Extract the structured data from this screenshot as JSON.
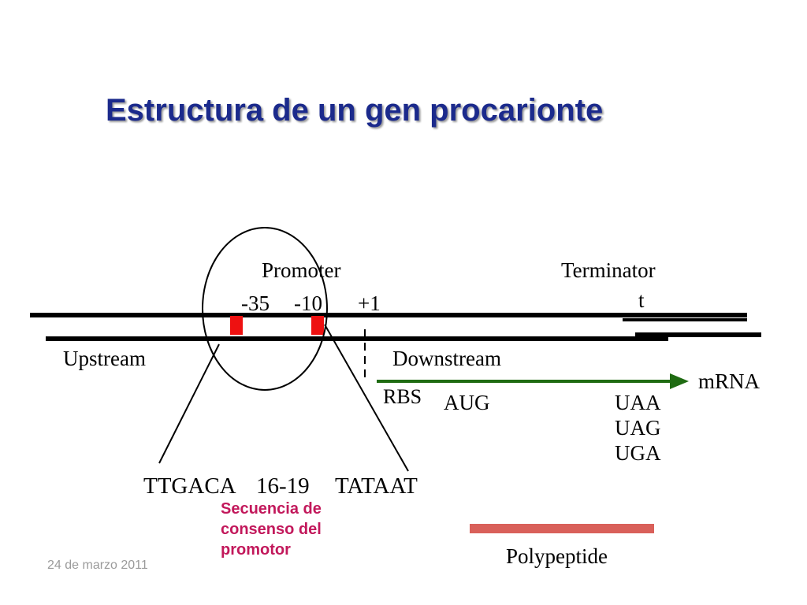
{
  "title": "Estructura de un gen procarionte",
  "footer": {
    "date": "24 de marzo 2011"
  },
  "diagram": {
    "promoter_label": "Promoter",
    "minus35": "-35",
    "minus10": "-10",
    "plus1": "+1",
    "terminator_label": "Terminator",
    "terminator_t": "t",
    "upstream": "Upstream",
    "downstream": "Downstream",
    "mrna": "mRNA",
    "rbs": "RBS",
    "start_codon": "AUG",
    "stop_codons": [
      "UAA",
      "UAG",
      "UGA"
    ],
    "consensus": {
      "left": "TTGACA",
      "spacer": "16-19",
      "right": "TATAAT"
    },
    "polypeptide": "Polypeptide"
  },
  "caption": [
    "Secuencia de",
    "consenso del",
    "promotor"
  ],
  "colors": {
    "title": "#1b2a8c",
    "caption": "#c2185b",
    "promoter_box": "#ee1111",
    "mrna_arrow": "#1f6b12",
    "polypeptide_bar": "#d9605a"
  }
}
